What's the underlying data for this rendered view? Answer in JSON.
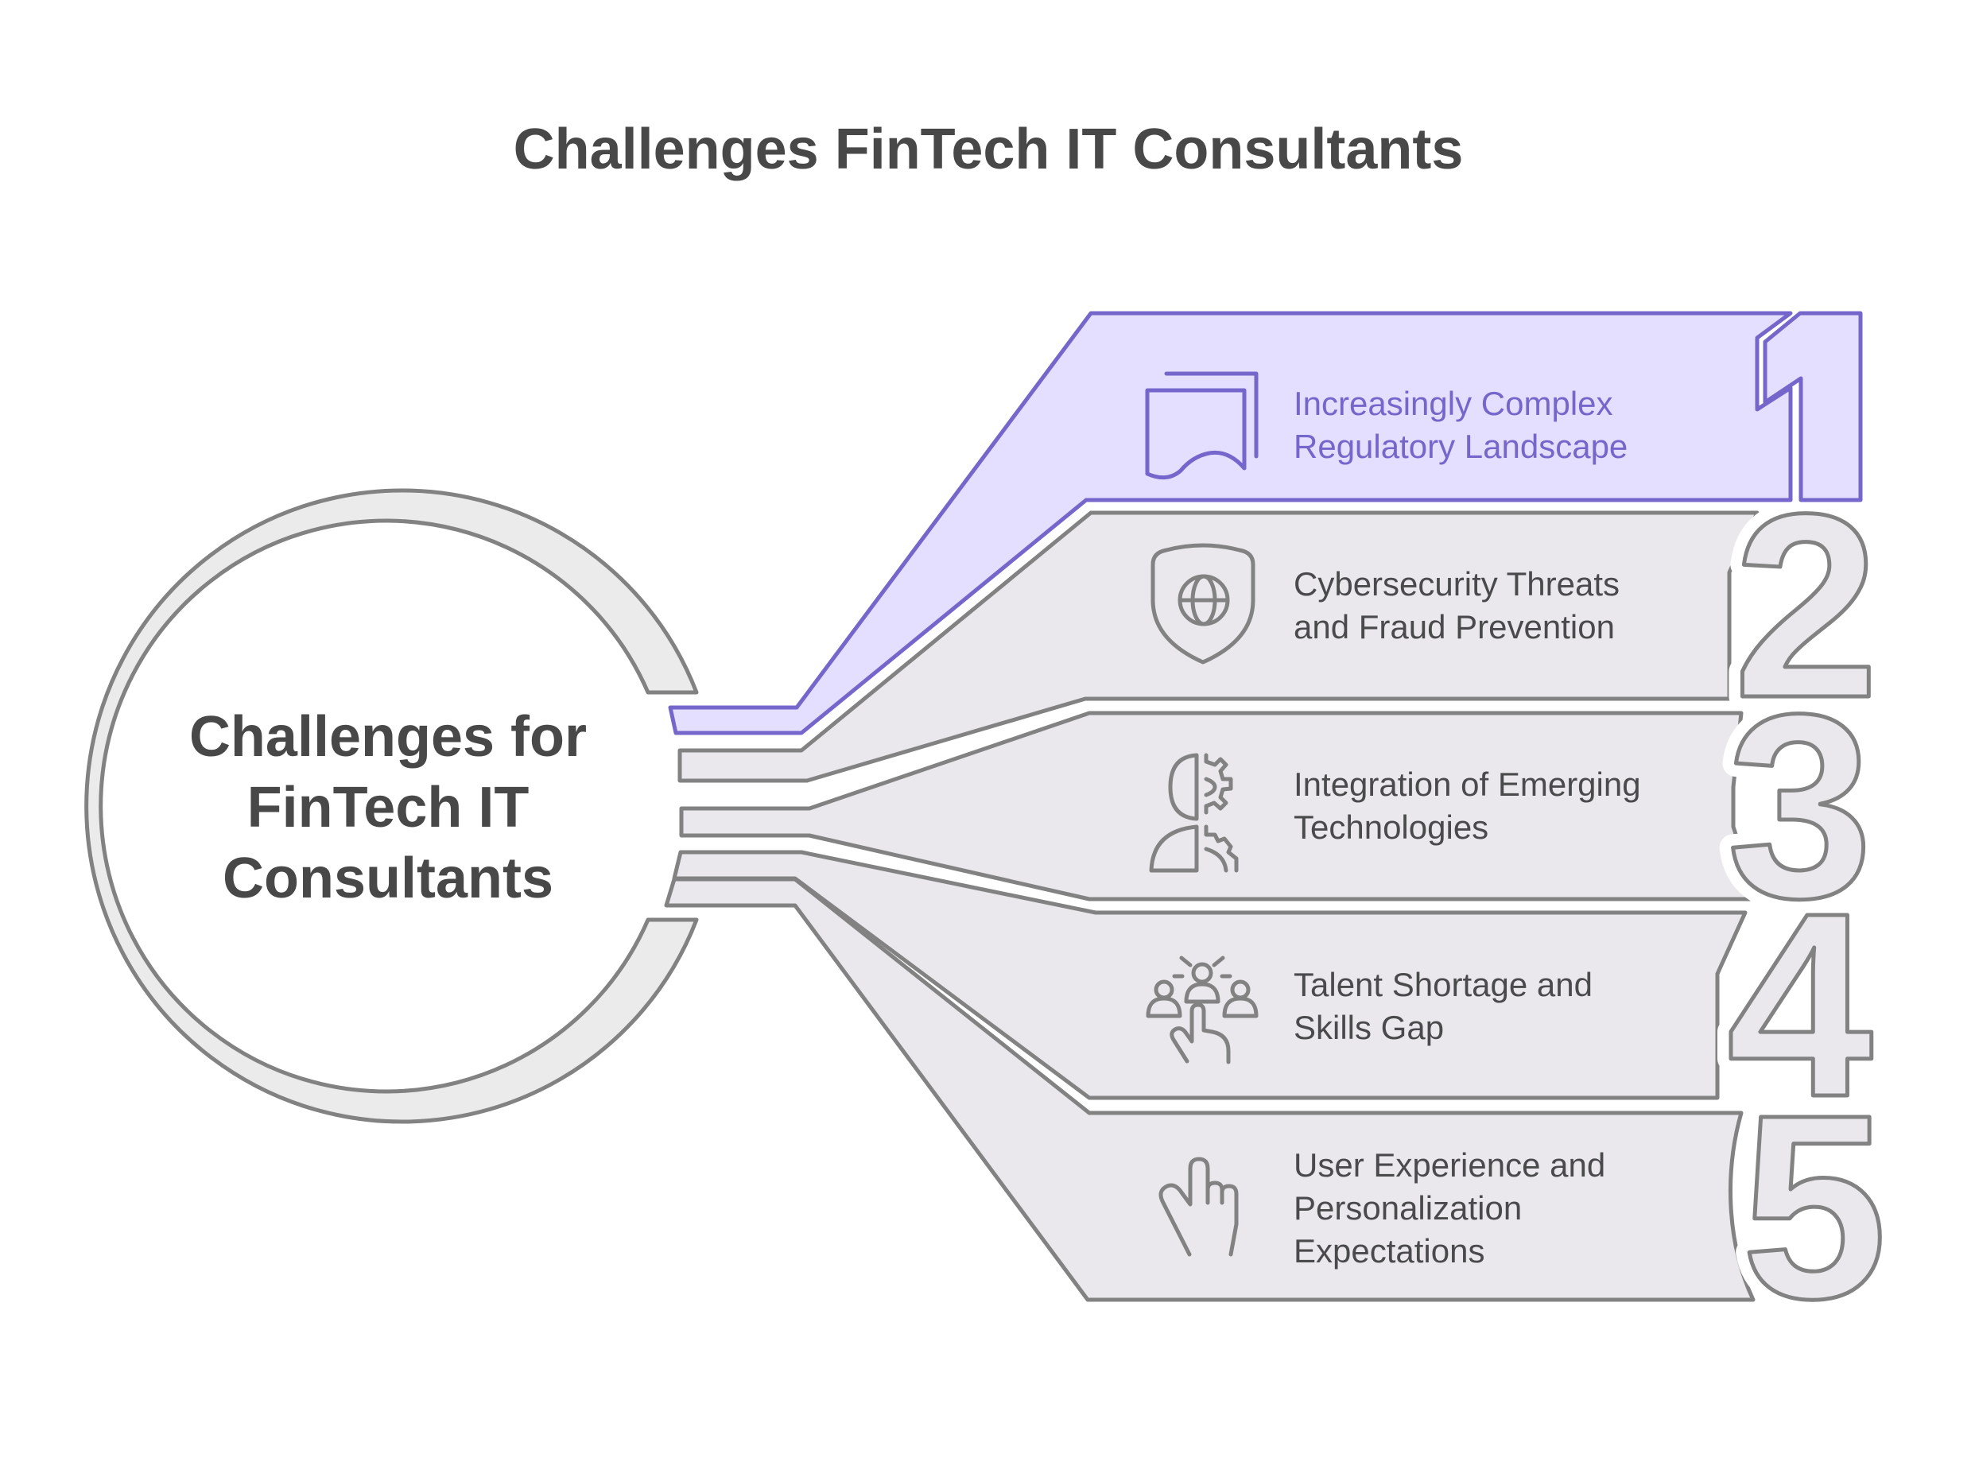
{
  "title": "Challenges FinTech IT Consultants",
  "center": {
    "lines": [
      "Challenges for",
      "FinTech IT",
      "Consultants"
    ]
  },
  "colors": {
    "accent_fill": "#e4deff",
    "accent_stroke": "#7566cc",
    "accent_text": "#7566cc",
    "neutral_fill": "#eae8ec",
    "neutral_stroke": "#838283",
    "neutral_text": "#4a4a4d",
    "circle_fill": "#ebebeb",
    "title_text": "#484848"
  },
  "items": [
    {
      "number": "1",
      "icon": "document-stack-icon",
      "lines": [
        "Increasingly Complex",
        "Regulatory Landscape"
      ],
      "highlighted": true
    },
    {
      "number": "2",
      "icon": "shield-globe-icon",
      "lines": [
        "Cybersecurity Threats",
        "and Fraud Prevention"
      ],
      "highlighted": false
    },
    {
      "number": "3",
      "icon": "head-gear-icon",
      "lines": [
        "Integration of Emerging",
        "Technologies"
      ],
      "highlighted": false
    },
    {
      "number": "4",
      "icon": "team-select-icon",
      "lines": [
        "Talent Shortage and",
        "Skills Gap"
      ],
      "highlighted": false
    },
    {
      "number": "5",
      "icon": "pointing-hand-icon",
      "lines": [
        "User Experience and",
        "Personalization",
        "Expectations"
      ],
      "highlighted": false
    }
  ]
}
